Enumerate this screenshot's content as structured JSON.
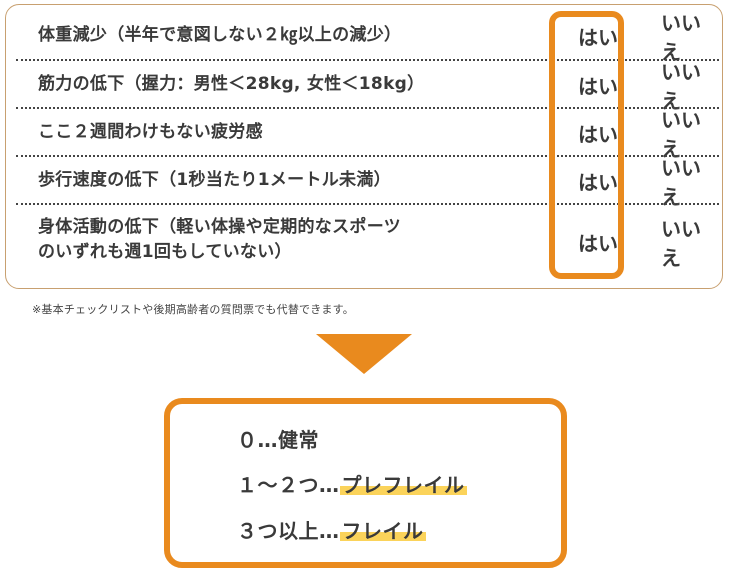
{
  "checklist": {
    "items": [
      {
        "question": "体重減少（半年で意図しない２㎏以上の減少）",
        "yes": "はい",
        "no": "いいえ"
      },
      {
        "question": "筋力の低下（握力：男性＜28kg, 女性＜18kg）",
        "yes": "はい",
        "no": "いいえ"
      },
      {
        "question": "ここ２週間わけもない疲労感",
        "yes": "はい",
        "no": "いいえ"
      },
      {
        "question": "歩行速度の低下（1秒当たり1メートル未満）",
        "yes": "はい",
        "no": "いいえ"
      },
      {
        "question": "身体活動の低下（軽い体操や定期的なスポーツ\nのいずれも週1回もしていない）",
        "yes": "はい",
        "no": "いいえ"
      }
    ],
    "note": "※基本チェックリストや後期高齢者の質問票でも代替できます。"
  },
  "results": [
    {
      "count": "０…",
      "term": "健常"
    },
    {
      "count": "１～２つ…",
      "term": "プレフレイル"
    },
    {
      "count": "３つ以上…",
      "term": "フレイル"
    }
  ],
  "colors": {
    "accent": "#e98a1e",
    "highlight": "#fbd35a",
    "border": "#c8a070",
    "text": "#3a3a3a"
  }
}
